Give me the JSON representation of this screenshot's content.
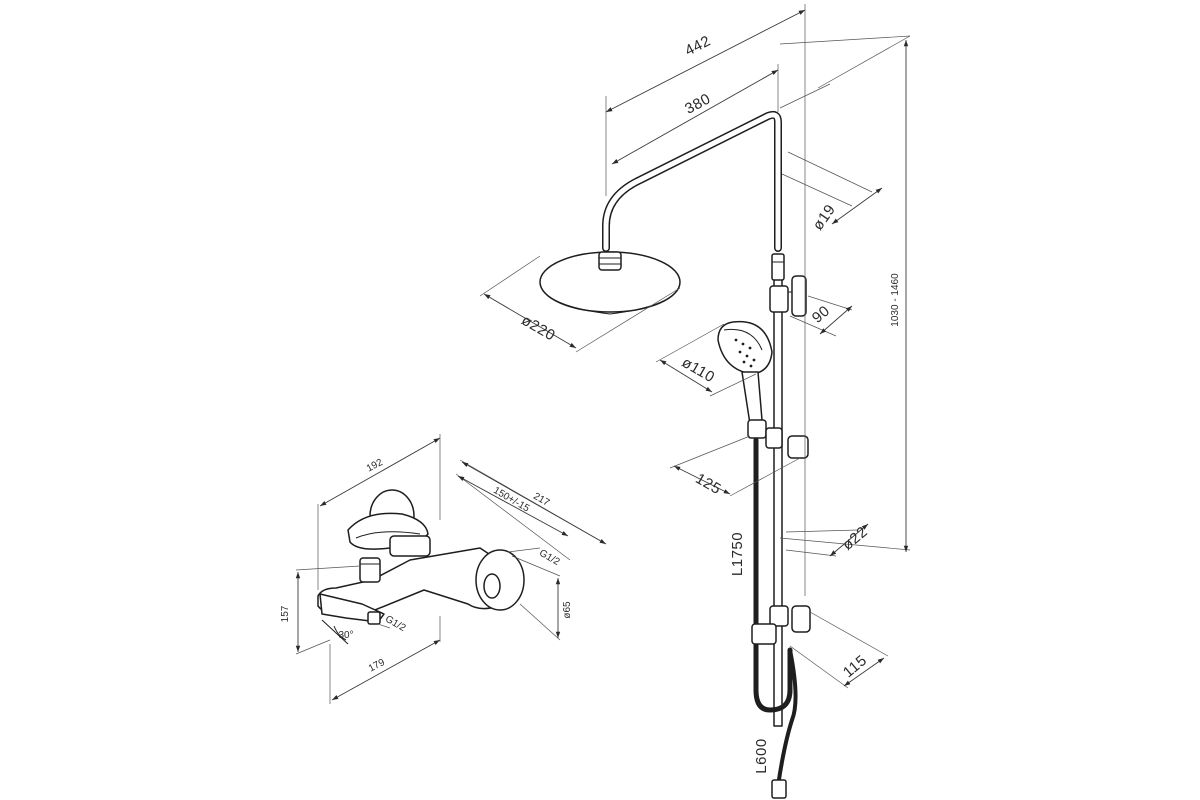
{
  "shower_set": {
    "overall_width": "442",
    "arm_length": "380",
    "rail_diameter": "ø19",
    "head_diameter": "ø220",
    "holder_offset": "90",
    "hand_shower_diameter": "ø110",
    "slider_offset": "125",
    "height_range": "1030 - 1460",
    "lower_tube_diameter": "ø22",
    "hose_length": "L1750",
    "bottom_holder_offset": "115",
    "lower_hose_length": "L600"
  },
  "mixer": {
    "width": "192",
    "depth": "217",
    "centers": "150+/-15",
    "top_connection": "G1/2",
    "height": "157",
    "escutcheon_diameter": "ø65",
    "spout_angle": "30°",
    "spout_connection": "G1/2",
    "spout_length": "179"
  }
}
